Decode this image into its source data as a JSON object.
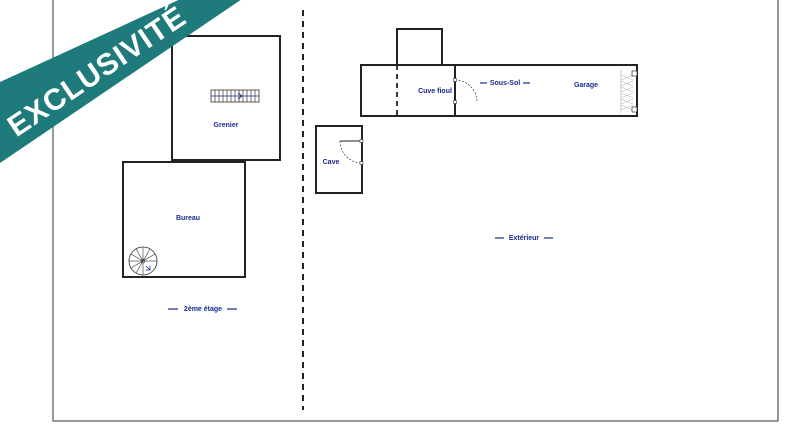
{
  "banner": {
    "text": "EXCLUSIVITÉ",
    "color": "#1f7b7b"
  },
  "rooms": {
    "grenier": "Grenier",
    "bureau": "Bureau",
    "cave": "Cave",
    "cuve_fioul": "Cuve fioul",
    "sous_sol": "Sous-Sol",
    "garage": "Garage"
  },
  "zones": {
    "etage": "2ème étage",
    "exterieur": "Extérieur"
  },
  "colors": {
    "label": "#1a2a8a",
    "wall": "#222222"
  }
}
